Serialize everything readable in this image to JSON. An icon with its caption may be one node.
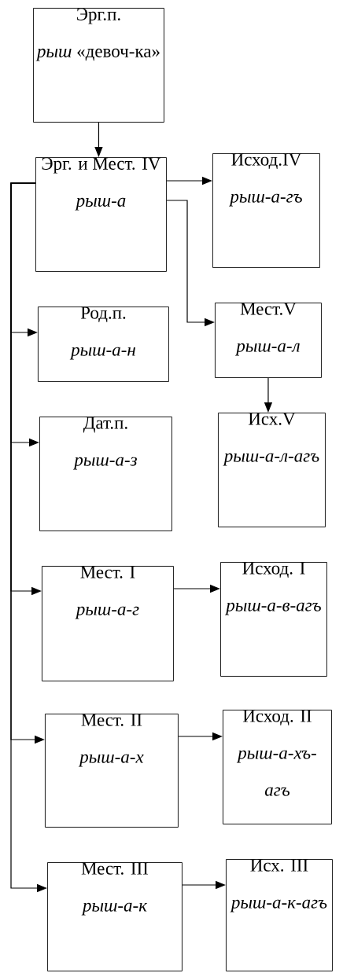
{
  "diagram": {
    "nodes": [
      {
        "text": [
          "Эрг.п.",
          "*рыш* «девоч-ка»"
        ]
      },
      {
        "text": [
          "Эрг. и Мест. IV",
          "рыш-а"
        ]
      },
      {
        "text": [
          "Исход.IV",
          "рыш-а-гъ"
        ]
      },
      {
        "text": [
          "Род.п.",
          "рыш-а-н"
        ]
      },
      {
        "text": [
          "Мест.V",
          "рыш-а-л"
        ]
      },
      {
        "text": [
          "Дат.п.",
          "рыш-а-з"
        ]
      },
      {
        "text": [
          "Исх.V",
          "рыш-а-л-агъ"
        ]
      },
      {
        "text": [
          "Мест. I",
          "рыш-а-г"
        ]
      },
      {
        "text": [
          "Исход. I",
          "рыш-а-в-агъ"
        ]
      },
      {
        "text": [
          "Мест. II",
          "рыш-а-х"
        ]
      },
      {
        "text": [
          "Исход. II",
          "рыш-а-хъ-агъ"
        ]
      },
      {
        "text": [
          "Мест. III",
          "рыш-а-к"
        ]
      },
      {
        "text": [
          "Исх. III",
          "рыш-а-к-агъ"
        ]
      }
    ],
    "edges": [
      {
        "from": 0,
        "to": 1,
        "arrow": "to"
      },
      {
        "from": 1,
        "to": 2,
        "arrow": "to"
      },
      {
        "from": 1,
        "to": 4,
        "arrow": "to"
      },
      {
        "from": 1,
        "to": 3,
        "arrow": "to"
      },
      {
        "from": 1,
        "to": 5,
        "arrow": "to"
      },
      {
        "from": 1,
        "to": 7,
        "arrow": "to"
      },
      {
        "from": 1,
        "to": 9,
        "arrow": "to"
      },
      {
        "from": 1,
        "to": 11,
        "arrow": "to"
      },
      {
        "from": 4,
        "to": 6,
        "arrow": "to"
      },
      {
        "from": 7,
        "to": 8,
        "arrow": "to"
      },
      {
        "from": 9,
        "to": 10,
        "arrow": "to"
      },
      {
        "from": 11,
        "to": 12,
        "arrow": "to"
      }
    ]
  }
}
